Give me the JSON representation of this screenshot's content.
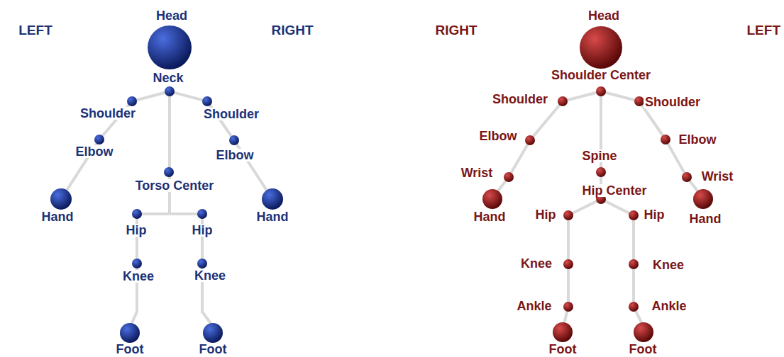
{
  "diagram": {
    "labels": [
      "LEFT",
      "Head",
      "RIGHT",
      "Neck",
      "Shoulder",
      "Shoulder",
      "Elbow",
      "Elbow",
      "Torso Center",
      "Hand",
      "Hand",
      "Hip",
      "Hip",
      "Knee",
      "Knee",
      "Foot",
      "Foot",
      "RIGHT",
      "Head",
      "LEFT",
      "Shoulder Center",
      "Shoulder",
      "Shoulder",
      "Elbow",
      "Elbow",
      "Spine",
      "Wrist",
      "Wrist",
      "Hip Center",
      "Hand",
      "Hand",
      "Hip",
      "Hip",
      "Knee",
      "Knee",
      "Ankle",
      "Ankle",
      "Foot",
      "Foot"
    ]
  }
}
